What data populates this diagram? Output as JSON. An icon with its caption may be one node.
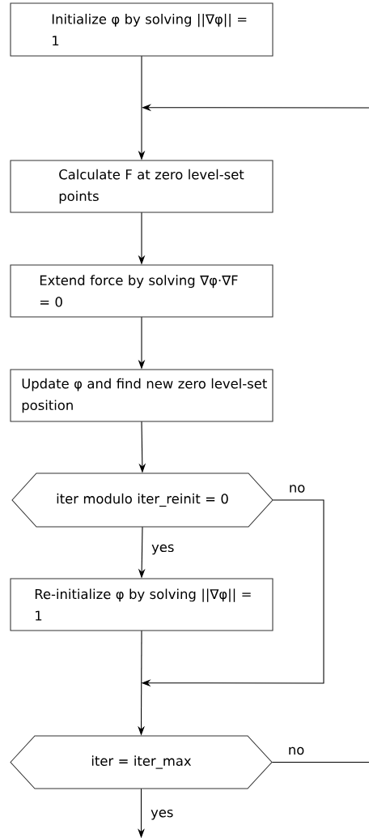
{
  "diagram": {
    "nodes": [
      {
        "text": [
          "Initialize φ by solving ||∇φ|| = 1"
        ]
      },
      {
        "text": [
          "Calculate F at zero level-set points"
        ]
      },
      {
        "text": [
          "Extend force by solving ∇φ·∇F = 0"
        ]
      },
      {
        "text": [
          "Update φ and find new zero level-set position"
        ]
      },
      {
        "text": [
          "iter modulo iter_reinit = 0"
        ]
      },
      {
        "text": [
          "Re-initialize φ by solving ||∇φ|| = 1"
        ]
      },
      {
        "text": [
          "iter = iter_max"
        ]
      }
    ],
    "edges": [
      {
        "from": 0,
        "to": 1,
        "arrow": "to"
      },
      {
        "from": 1,
        "to": 2,
        "arrow": "to"
      },
      {
        "from": 2,
        "to": 3,
        "arrow": "to"
      },
      {
        "from": 3,
        "to": 4,
        "arrow": "to"
      },
      {
        "from": 4,
        "to": 5,
        "arrow": "to",
        "label": "yes"
      },
      {
        "from": 4,
        "to": 6,
        "arrow": "to",
        "label": "no"
      },
      {
        "from": 5,
        "to": 6,
        "arrow": "to"
      },
      {
        "from": 6,
        "to": 1,
        "arrow": "to",
        "label": "no"
      },
      {
        "from": 6,
        "to": null,
        "arrow": "to",
        "label": "yes"
      }
    ]
  }
}
